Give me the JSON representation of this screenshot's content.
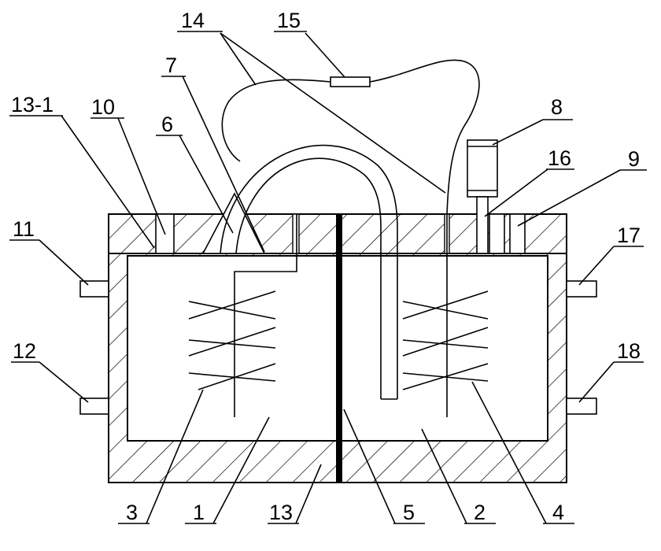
{
  "diagram": {
    "labels": {
      "l1": "1",
      "l2": "2",
      "l3": "3",
      "l4": "4",
      "l5": "5",
      "l6": "6",
      "l7": "7",
      "l8": "8",
      "l9": "9",
      "l10": "10",
      "l11": "11",
      "l12": "12",
      "l13": "13",
      "l13_1": "13-1",
      "l14": "14",
      "l15": "15",
      "l16": "16",
      "l17": "17",
      "l18": "18"
    },
    "colors": {
      "line": "#000000",
      "background": "#ffffff"
    }
  }
}
